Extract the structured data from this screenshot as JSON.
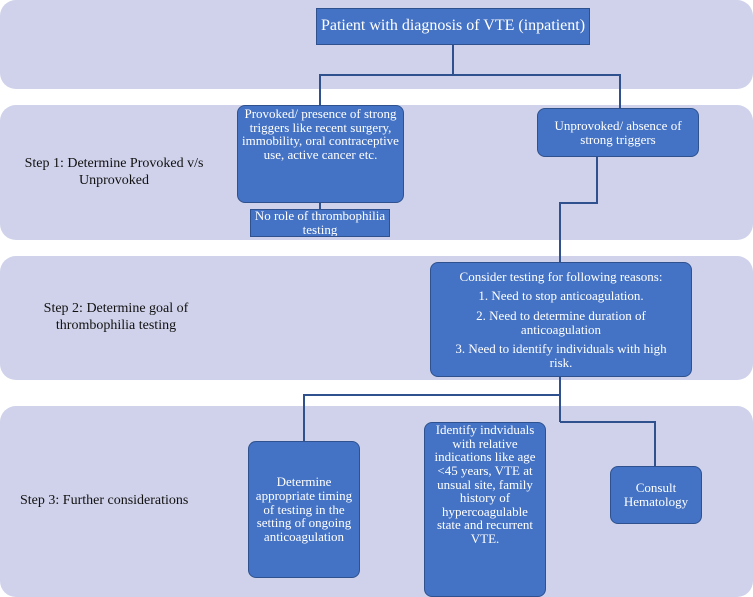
{
  "colors": {
    "band": "#cfd2ea",
    "box_fill": "#4472c4",
    "box_border": "#2f528f",
    "connector": "#2f528f",
    "box_text": "#ffffff"
  },
  "steps": {
    "step1": "Step 1: Determine Provoked v/s Unprovoked",
    "step2": "Step 2: Determine goal of thrombophilia testing",
    "step3": "Step 3: Further considerations"
  },
  "boxes": {
    "start": "Patient with diagnosis of VTE (inpatient)",
    "provoked": "Provoked/ presence of strong triggers like recent surgery, immobility, oral contraceptive use, active cancer etc.",
    "no_role": "No role of thrombophilia testing",
    "unprovoked": "Unprovoked/ absence of strong triggers",
    "consider": {
      "heading": "Consider testing for following reasons:",
      "reasons": [
        "1. Need to stop anticoagulation.",
        "2. Need to determine duration of anticoagulation",
        "3. Need to identify individuals with high risk."
      ]
    },
    "timing": "Determine appropriate timing of testing in the setting of ongoing anticoagulation",
    "identify": "Identify indviduals with relative indications like age <45 years, VTE at unsual site, family history of hypercoagulable state and recurrent VTE.",
    "consult": "Consult Hematology"
  }
}
